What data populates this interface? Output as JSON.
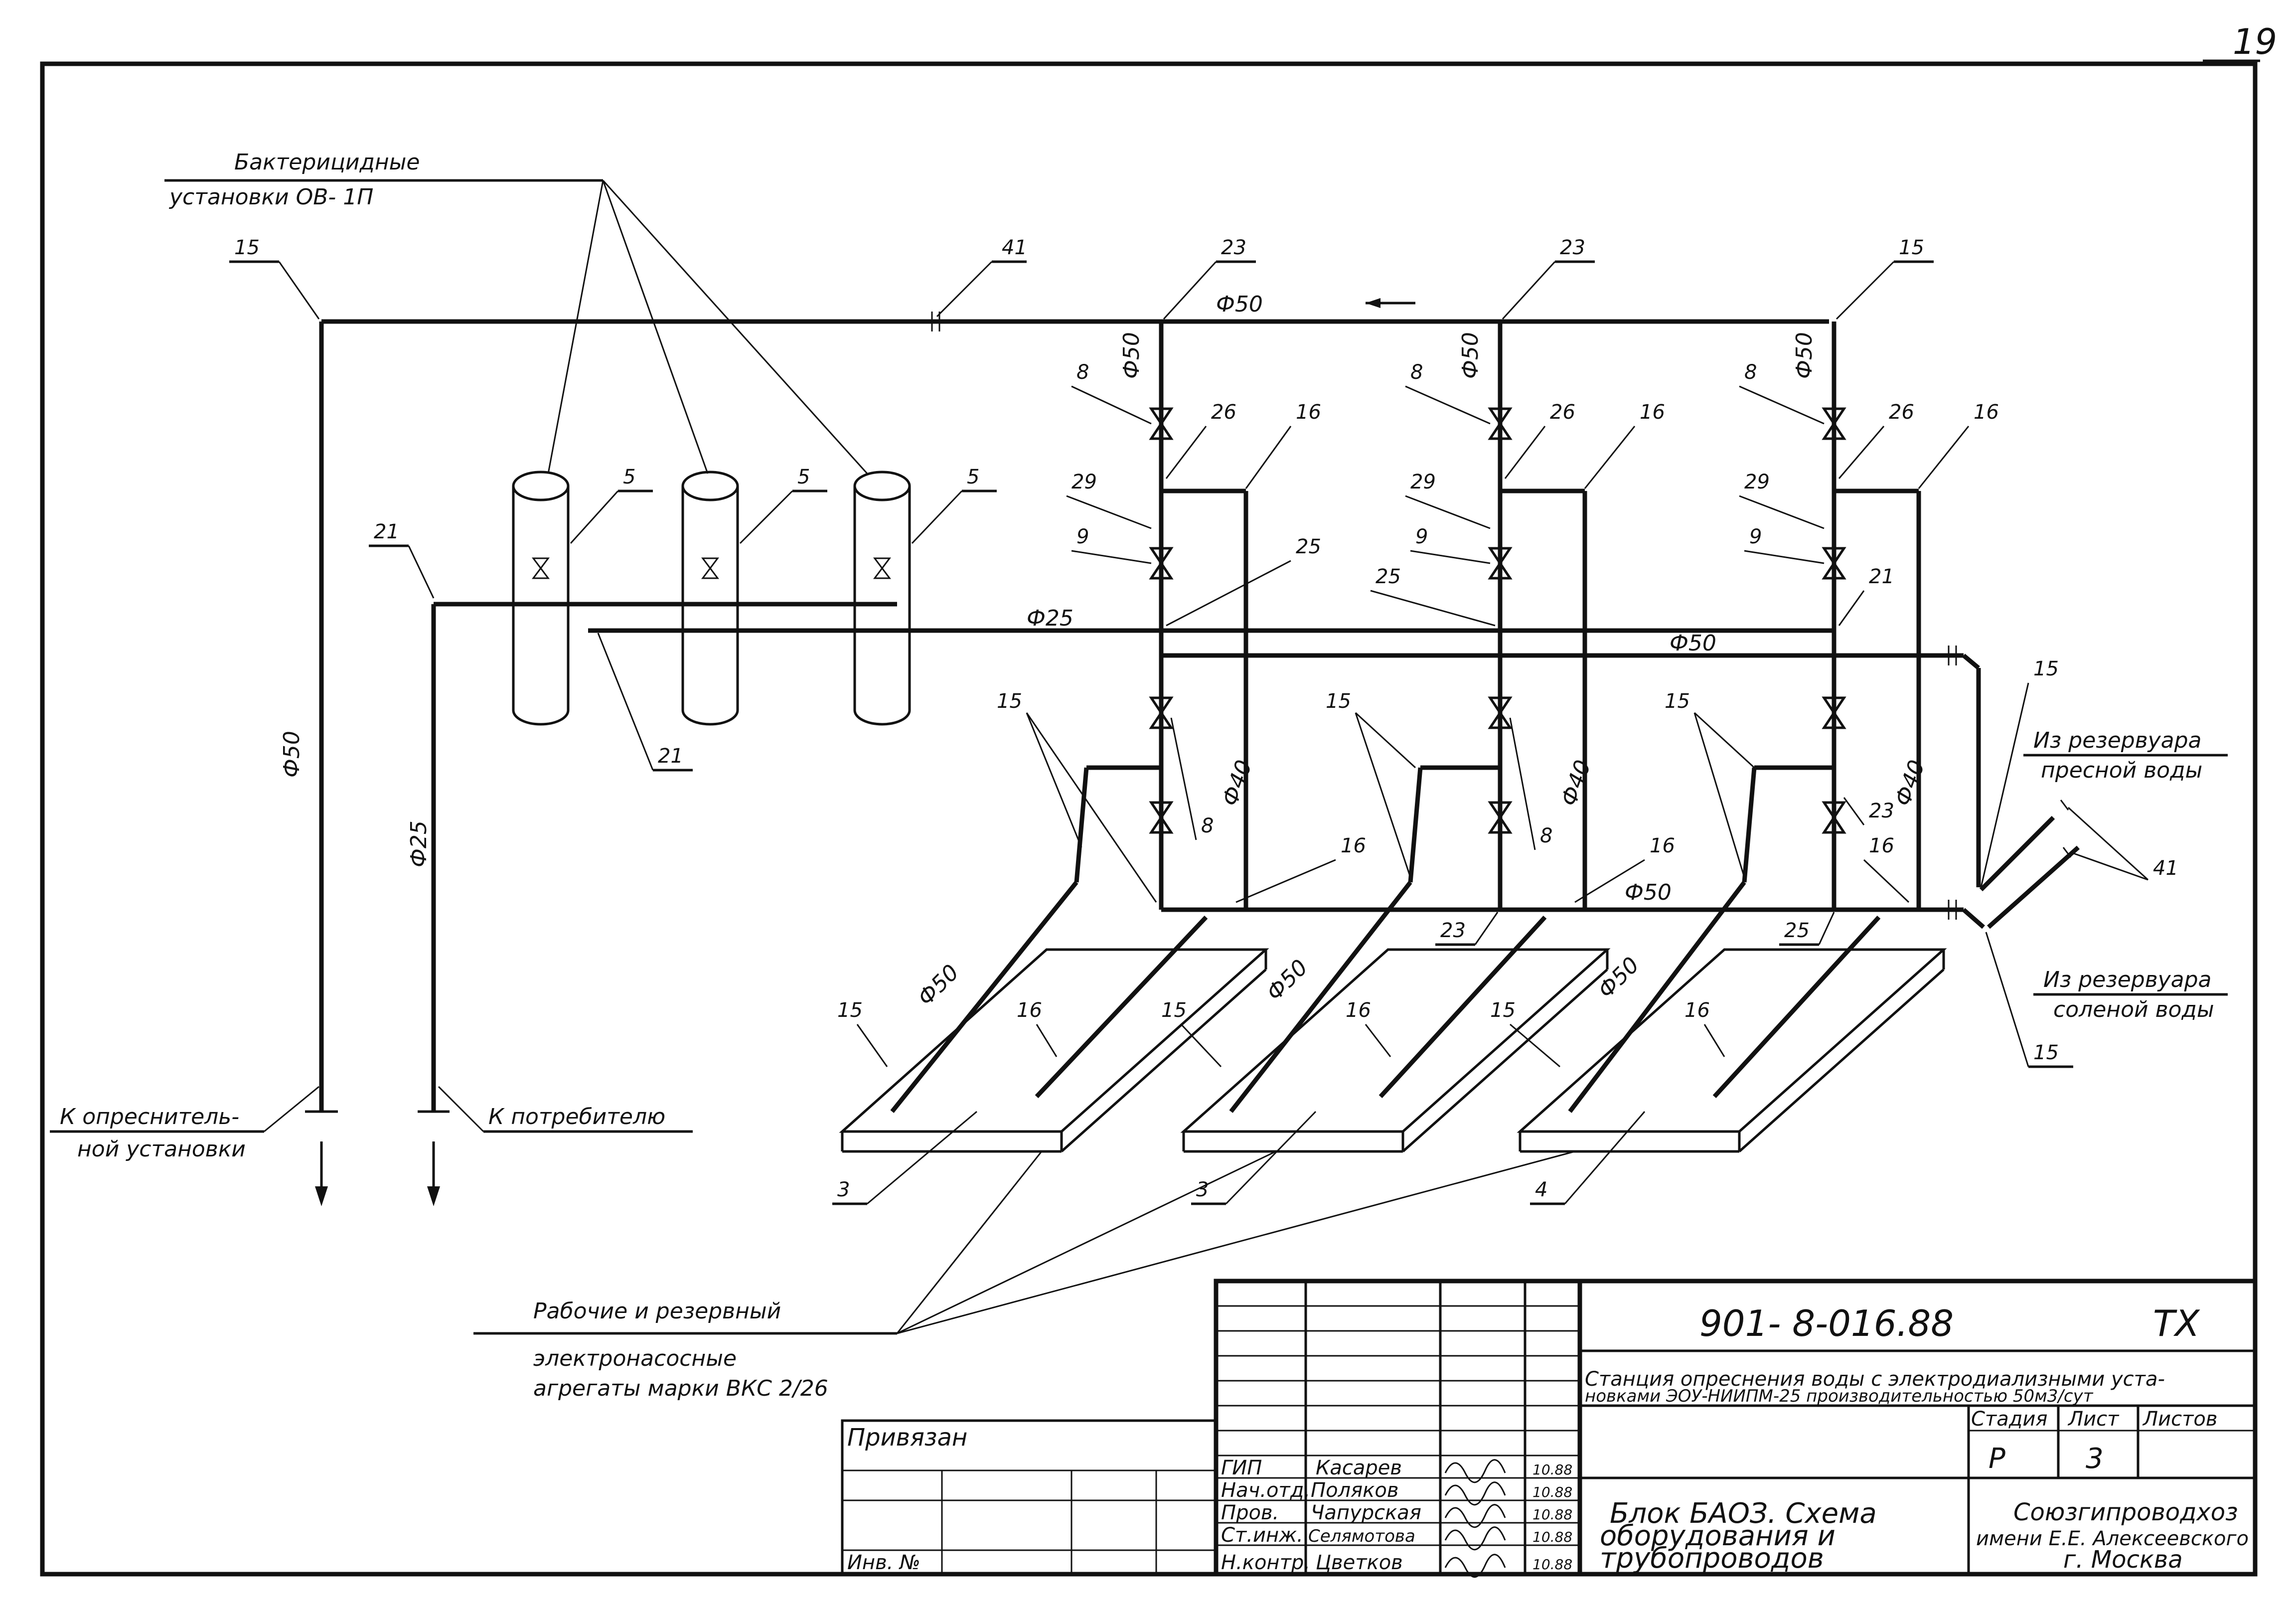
{
  "sheet_number": "19",
  "labels": {
    "bactericidal": [
      "Бактерицидные",
      "установки  ОВ- 1П"
    ],
    "to_desalination": [
      "К опреснитель-",
      "ной установки"
    ],
    "to_consumer": "К потребителю",
    "pumps": [
      "Рабочие  и  резервный",
      "электронасосные",
      "агрегаты  марки  ВКС 2/26"
    ],
    "from_fresh": [
      "Из резервуара",
      "пресной  воды"
    ],
    "from_salt": [
      "Из резервуара",
      "соленой  воды"
    ]
  },
  "diameters": {
    "d50": "Ф50",
    "d25": "Ф25",
    "d40": "Ф40"
  },
  "callouts": {
    "c15": "15",
    "c41": "41",
    "c23": "23",
    "c8": "8",
    "c26": "26",
    "c16": "16",
    "c29": "29",
    "c9": "9",
    "c25": "25",
    "c21": "21",
    "c5": "5",
    "c3": "3",
    "c4": "4"
  },
  "title_block": {
    "doc_code": "901- 8-016.88",
    "mark": "ТХ",
    "project": [
      "Станция опреснения воды с электродиализными уста-",
      "новками ЭОУ-НИИПМ-25 производительностью 50м3/сут"
    ],
    "headers": {
      "stage": "Стадия",
      "sheet": "Лист",
      "sheets": "Листов"
    },
    "stage": "Р",
    "sheet": "3",
    "sheet_title": [
      "Блок  БАОЗ.  Схема",
      "оборудования  и",
      "трубопроводов"
    ],
    "org": [
      "Союзгипроводхоз",
      "имени Е.Е. Алексеевского",
      "г. Москва"
    ],
    "bound": "Привязан",
    "inv": "Инв. №",
    "roles": [
      "ГИП",
      "Нач.отд.",
      "Пров.",
      "Ст.инж.",
      "Н.контр."
    ],
    "names": [
      "Касарев",
      "Поляков",
      "Чапурская",
      "Селямотова",
      "Цветков"
    ],
    "dates": [
      "10.88",
      "10.88",
      "10.88",
      "10.88",
      "10.88"
    ]
  }
}
